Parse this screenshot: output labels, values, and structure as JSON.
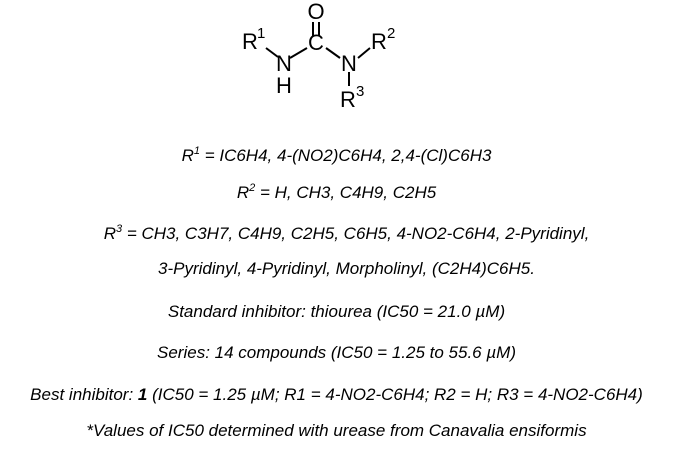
{
  "structure": {
    "oxygen": "O",
    "carbon": "C",
    "nitrogen_left": "N",
    "hydrogen": "H",
    "nitrogen_right": "N",
    "r1_symbol": "R",
    "r1_index": "1",
    "r2_symbol": "R",
    "r2_index": "2",
    "r3_symbol": "R",
    "r3_index": "3"
  },
  "substituents": {
    "r1_label": "R",
    "r1_sup": "1",
    "r1_values": "= IC6H4, 4-(NO2)C6H4, 2,4-(Cl)C6H3",
    "r2_label": "R",
    "r2_sup": "2",
    "r2_values": "= H, CH3, C4H9, C2H5",
    "r3_label": "R",
    "r3_sup": "3",
    "r3_values_line1": "= CH3, C3H7, C4H9, C2H5, C6H5, 4-NO2-C6H4, 2-Pyridinyl,",
    "r3_values_line2": "3-Pyridinyl, 4-Pyridinyl, Morpholinyl, (C2H4)C6H5."
  },
  "standard_inhibitor": "Standard inhibitor: thiourea (IC50 = 21.0 µM)",
  "series": "Series: 14 compounds (IC50 = 1.25 to 55.6 µM)",
  "best_inhibitor": {
    "prefix": "Best inhibitor:",
    "compound": "1",
    "details": "(IC50 = 1.25 µM; R1 = 4-NO2-C6H4; R2 = H; R3 = 4-NO2-C6H4)"
  },
  "footnote": "*Values of IC50 determined with urease from Canavalia ensiformis"
}
